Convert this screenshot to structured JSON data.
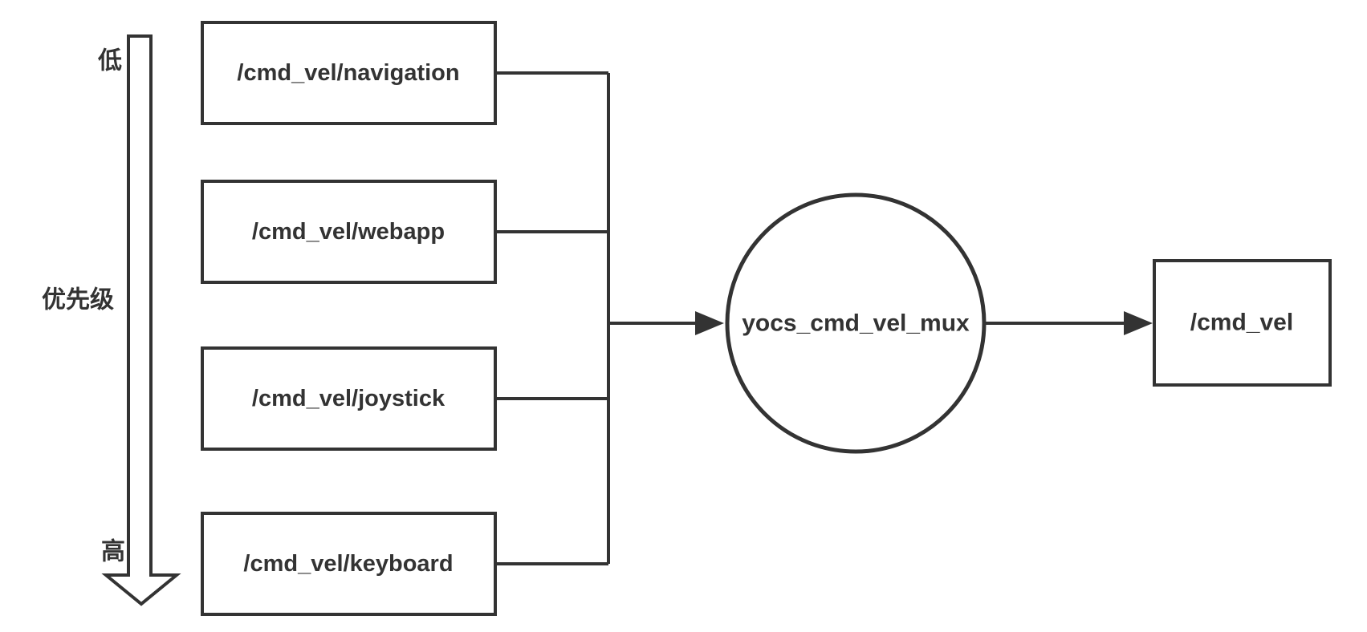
{
  "diagram": {
    "title_semantic": "cmd_vel multiplexer topology",
    "priority_axis": {
      "low_label": "低",
      "axis_label": "优先级",
      "high_label": "高"
    },
    "sources": [
      {
        "label": "/cmd_vel/navigation"
      },
      {
        "label": "/cmd_vel/webapp"
      },
      {
        "label": "/cmd_vel/joystick"
      },
      {
        "label": "/cmd_vel/keyboard"
      }
    ],
    "mux": {
      "label": "yocs_cmd_vel_mux"
    },
    "output": {
      "label": "/cmd_vel"
    },
    "colors": {
      "stroke": "#333333",
      "text": "#333333",
      "background": "#ffffff"
    }
  }
}
